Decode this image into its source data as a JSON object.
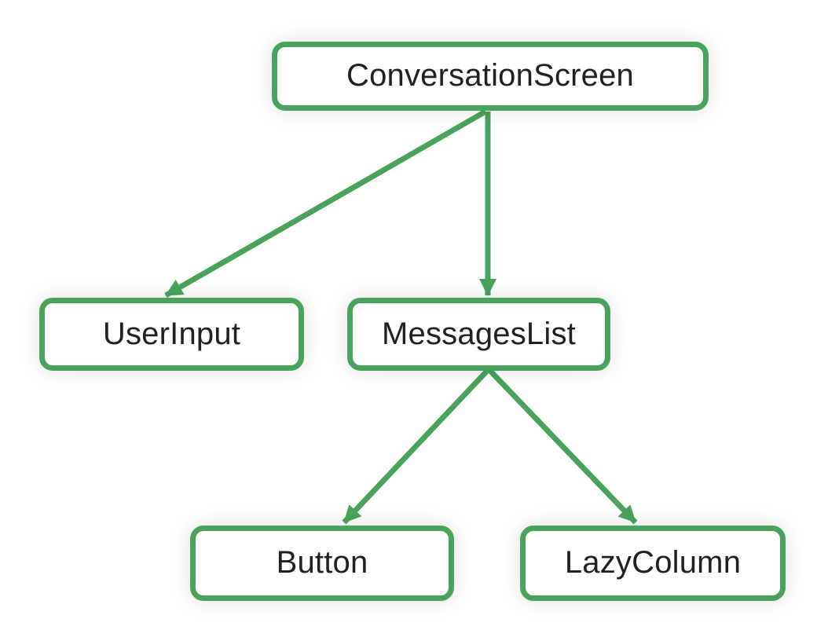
{
  "colors": {
    "accent": "#4aa35c",
    "node_fill": "#ffffff",
    "node_text": "#202124",
    "background": "#ffffff"
  },
  "nodes": [
    {
      "id": "conversation-screen",
      "label": "ConversationScreen"
    },
    {
      "id": "user-input",
      "label": "UserInput"
    },
    {
      "id": "messages-list",
      "label": "MessagesList"
    },
    {
      "id": "button",
      "label": "Button"
    },
    {
      "id": "lazy-column",
      "label": "LazyColumn"
    }
  ],
  "edges": [
    {
      "from": "ConversationScreen",
      "to": "UserInput"
    },
    {
      "from": "ConversationScreen",
      "to": "MessagesList"
    },
    {
      "from": "MessagesList",
      "to": "Button"
    },
    {
      "from": "MessagesList",
      "to": "LazyColumn"
    }
  ]
}
